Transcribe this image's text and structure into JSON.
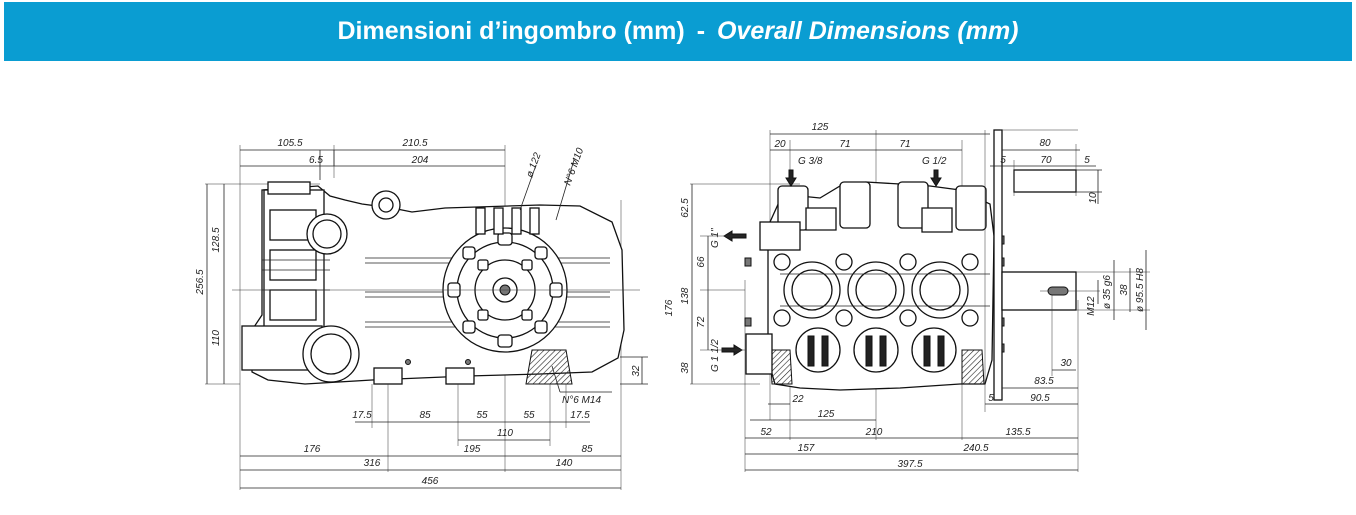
{
  "header": {
    "title_it": "Dimensioni d’ingombro (mm)",
    "separator": "-",
    "title_en": "Overall Dimensions (mm)",
    "background_color": "#0a9dd2",
    "text_color": "#ffffff"
  },
  "side_view": {
    "top_dims": [
      "105.5",
      "210.5",
      "6.5",
      "204"
    ],
    "callouts": [
      "ø 122",
      "N°6 M10",
      "N°6 M14"
    ],
    "left_dims": [
      "128.5",
      "256.5",
      "110"
    ],
    "right_dims": [
      "32"
    ],
    "bottom_row1": [
      "17.5",
      "85",
      "55",
      "55",
      "17.5"
    ],
    "bottom_row2": [
      "110"
    ],
    "bottom_row3": [
      "176",
      "195",
      "85"
    ],
    "bottom_row4": [
      "316",
      "140"
    ],
    "bottom_row5": [
      "456"
    ]
  },
  "front_view": {
    "top_dims": [
      "125",
      "20",
      "71",
      "71"
    ],
    "port_labels": [
      "G 3/8",
      "G 1/2",
      "G 1\"",
      "G 1 1/2"
    ],
    "left_dims": [
      "62.5",
      "176",
      "66",
      "138",
      "72",
      "38"
    ],
    "bottom_row1": [
      "22",
      "125"
    ],
    "bottom_row2": [
      "52",
      "210",
      "135.5"
    ],
    "bottom_row3": [
      "157",
      "240.5"
    ],
    "bottom_row4": [
      "397.5"
    ]
  },
  "shaft_detail": {
    "top_dims": [
      "80",
      "5",
      "70",
      "5"
    ],
    "key_dim": "10",
    "diameters": [
      "ø 35 g6",
      "38",
      "ø 95.5 H8",
      "M12"
    ],
    "bottom_dims": [
      "30",
      "83.5",
      "5",
      "90.5"
    ]
  }
}
